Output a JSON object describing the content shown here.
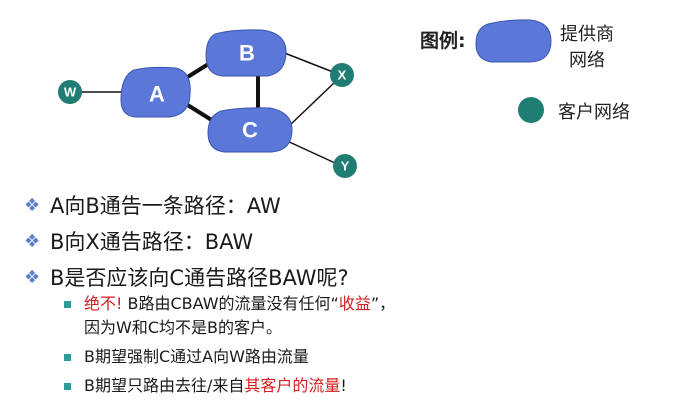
{
  "diagram": {
    "nodes": {
      "W": "W",
      "A": "A",
      "B": "B",
      "C": "C",
      "X": "X",
      "Y": "Y"
    }
  },
  "legend": {
    "title": "图例:",
    "provider_line1": "提供商",
    "provider_line2": "网络",
    "customer": "客户网络"
  },
  "bullets": [
    "A向B通告一条路径：AW",
    "B向X通告路径：BAW",
    "B是否应该向C通告路径BAW呢?"
  ],
  "sub_bullets": {
    "item1": {
      "red_prefix": "绝不!",
      "text_a": " B路由CBAW的流量没有任何“",
      "red_mid": "收益",
      "text_b": "”，",
      "line2": "因为W和C均不是B的客户。"
    },
    "item2": "B期望强制C通过A向W路由流量",
    "item3": {
      "text_a": "B期望只路由去往/来自",
      "red": "其客户的流量",
      "text_b": "!"
    }
  },
  "colors": {
    "provider": "#5b78d8",
    "customer": "#1f7d74",
    "bullet_mark": "#5b7fc8",
    "sub_square": "#2f9c9c",
    "emphasis": "#d32020"
  }
}
